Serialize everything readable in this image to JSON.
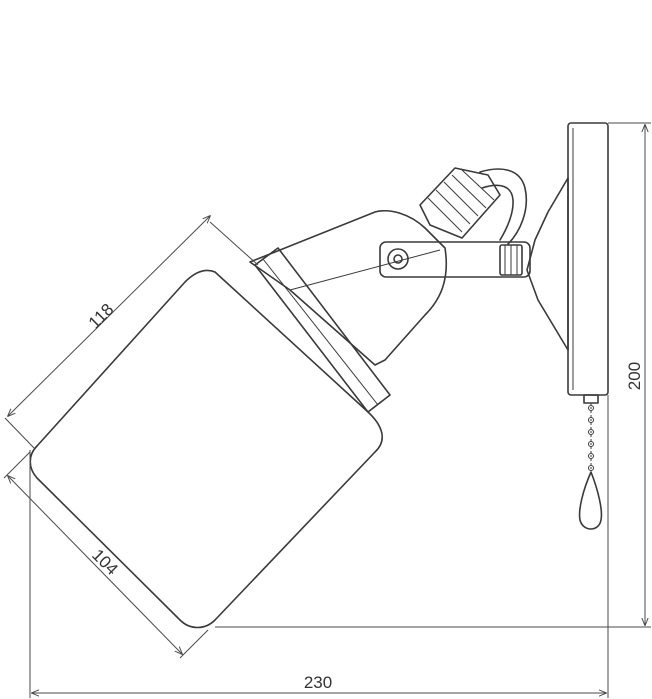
{
  "dimensions": {
    "shade_length": "118",
    "shade_diameter": "104",
    "total_width": "230",
    "total_height": "200"
  },
  "colors": {
    "line": "#3a3a3a",
    "background": "#ffffff"
  }
}
